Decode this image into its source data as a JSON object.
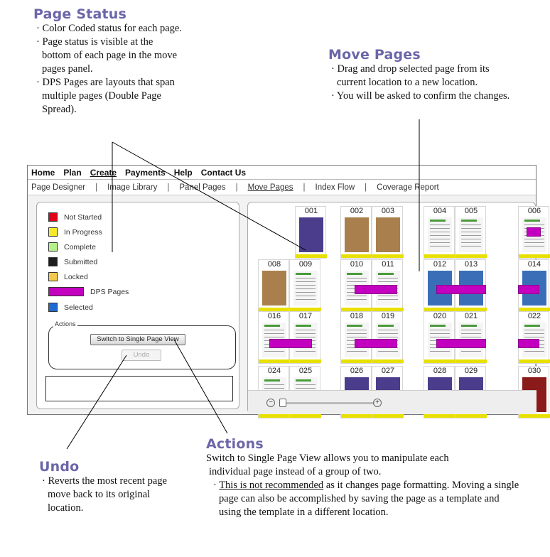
{
  "callouts": {
    "page_status": {
      "title": "Page Status",
      "bullets": [
        "Color Coded status for each page.",
        "Page status is visible at the bottom of each page in the move pages panel.",
        "DPS Pages are layouts that span multiple pages (Double Page Spread)."
      ]
    },
    "move_pages": {
      "title": "Move Pages",
      "bullets": [
        "Drag and drop selected page from its current location to a new location.",
        "You will be asked to confirm the changes."
      ]
    },
    "undo": {
      "title": "Undo",
      "bullets": [
        "Reverts the most recent page move back to its original location."
      ]
    },
    "actions": {
      "title": "Actions",
      "line1": "Switch to Single Page View allows you to manipulate each",
      "line2": "individual page instead of a group of two.",
      "underline": "This is not recommended",
      "rest": " as it changes page formatting. Moving a single page can also be accomplished by saving the page as a template and using the template in a different location."
    }
  },
  "menu": [
    "Home",
    "Plan",
    "Create",
    "Payments",
    "Help",
    "Contact Us"
  ],
  "tabs": [
    "Page Designer",
    "Image Library",
    "Panel Pages",
    "Move Pages",
    "Index Flow",
    "Coverage Report"
  ],
  "legend": [
    {
      "label": "Not Started",
      "color": "#e0001b"
    },
    {
      "label": "In Progress",
      "color": "#f4ea2a"
    },
    {
      "label": "Complete",
      "color": "#b6f08a"
    },
    {
      "label": "Submitted",
      "color": "#1e1e1e"
    },
    {
      "label": "Locked",
      "color": "#f2c94c"
    },
    {
      "label": "DPS Pages",
      "color": "#c400c0"
    },
    {
      "label": "Selected",
      "color": "#1f6ad0"
    }
  ],
  "actions_panel": {
    "legend": "Actions",
    "switch_button": "Switch to Single Page View",
    "undo_button": "Undo"
  },
  "pages": [
    "001",
    "002",
    "003",
    "004",
    "005",
    "006",
    "008",
    "009",
    "010",
    "011",
    "012",
    "013",
    "014",
    "016",
    "017",
    "018",
    "019",
    "020",
    "021",
    "022",
    "024",
    "025",
    "026",
    "027",
    "028",
    "029",
    "030"
  ],
  "zoom": {
    "minus": "−",
    "plus": "+"
  }
}
